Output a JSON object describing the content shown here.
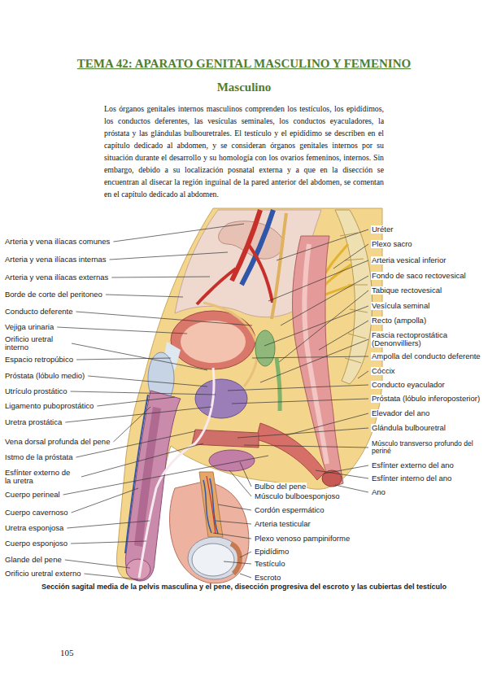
{
  "diagram": {
    "title": "TEMA 42: APARATO GENITAL MASCULINO Y FEMENINO",
    "caption": "Sección sagital media de la pelvis masculina y el pene, disección progresiva del escroto y las cubiertas del testículo",
    "labels": [
      "Masculino",
      "Los órganos genitales internos masculinos comprenden los testículos, los epidídimos, los conductos deferentes, las vesículas seminales, los conductos eyaculadores, la próstata y las glándulas bulbouretrales. El testículo y el epidídimo se describen en el capítulo dedicado al abdomen, y se consideran órganos genitales internos por su situación durante el desarrollo y su homología con los ovarios femeninos, internos. Sin embargo, debido a su localización posnatal externa y a que en la disección se encuentran al disecar la región inguinal de la pared anterior del abdomen, se comentan en el capítulo dedicado al abdomen.",
      "Arteria y vena ilíacas comunes",
      "Arteria y vena ilíacas internas",
      "Arteria y vena ilíacas externas",
      "Borde de corte del peritoneo",
      "Conducto deferente",
      "Vejiga urinaria",
      "Orificio uretral interno",
      "Espacio retropúbico",
      "Próstata (lóbulo medio)",
      "Utrículo prostático",
      "Ligamento puboprostático",
      "Uretra prostática",
      "Vena dorsal profunda del pene",
      "Istmo de la próstata",
      "Esfínter externo de la uretra",
      "Cuerpo perineal",
      "Cuerpo cavernoso",
      "Uretra esponjosa",
      "Cuerpo esponjoso",
      "Glande del pene",
      "Orificio uretral externo",
      "Uréter",
      "Plexo sacro",
      "Arteria vesical inferior",
      "Fondo de saco rectovesical",
      "Tabique rectovesical",
      "Vesícula seminal",
      "Recto (ampolla)",
      "Fascia rectoprostática (Denonvilliers)",
      "Ampolla del conducto deferente",
      "Cóccix",
      "Conducto eyaculador",
      "Próstata (lóbulo inferoposterior)",
      "Elevador del ano",
      "Glándula bulbouretral",
      "Músculo transverso profundo del periné",
      "Esfínter externo del ano",
      "Esfínter interno del ano",
      "Ano",
      "Bulbo del pene",
      "Músculo bulboesponjoso",
      "Cordón espermático",
      "Arteria testicular",
      "Plexo venoso pampiniforme",
      "Epidídimo",
      "Testículo",
      "Escroto",
      "105"
    ]
  }
}
